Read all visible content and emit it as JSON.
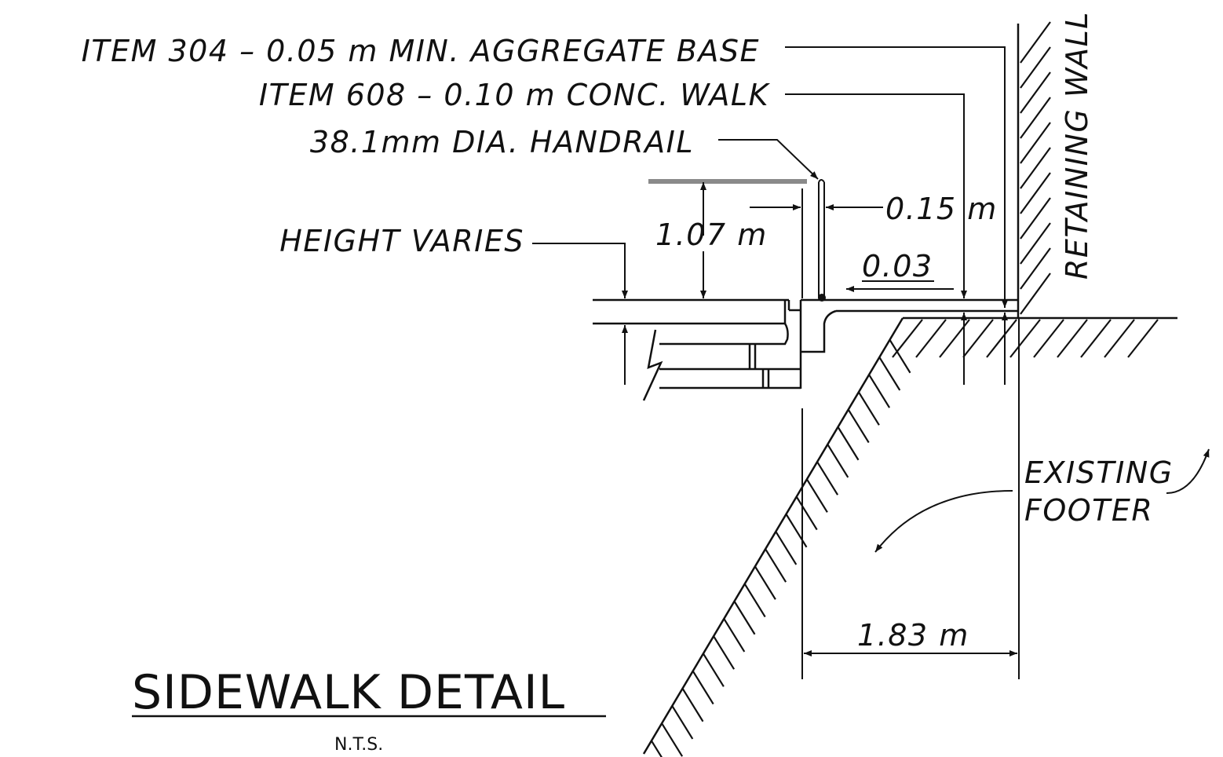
{
  "drawing": {
    "title": "SIDEWALK DETAIL",
    "scale_note": "N.T.S."
  },
  "callouts": {
    "aggregate_base": "ITEM 304 – 0.05 m MIN. AGGREGATE BASE",
    "conc_walk": "ITEM 608 – 0.10 m CONC. WALK",
    "handrail": "38.1mm DIA. HANDRAIL",
    "height_varies": "HEIGHT VARIES",
    "retaining_wall": "RETAINING WALL",
    "existing_footer_line1": "EXISTING",
    "existing_footer_line2": "FOOTER"
  },
  "dimensions": {
    "rail_height": "1.07 m",
    "rail_offset": "0.15 m",
    "slope": "0.03",
    "width": "1.83 m"
  }
}
